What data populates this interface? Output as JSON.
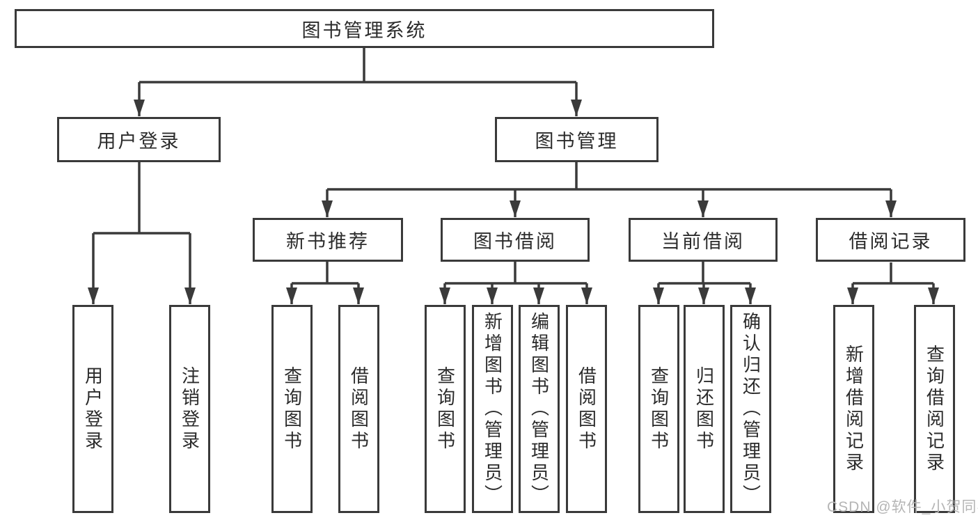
{
  "diagram_title": "图书管理系统",
  "tree": {
    "root": {
      "label": "图书管理系统"
    },
    "branches": [
      {
        "label": "用户登录",
        "children": [
          {
            "label": "用户登录"
          },
          {
            "label": "注销登录"
          }
        ]
      },
      {
        "label": "图书管理",
        "children": [
          {
            "label": "新书推荐",
            "children": [
              {
                "label": "查询图书"
              },
              {
                "label": "借阅图书"
              }
            ]
          },
          {
            "label": "图书借阅",
            "children": [
              {
                "label": "查询图书"
              },
              {
                "label": "新增图书（管理员）"
              },
              {
                "label": "编辑图书（管理员）"
              },
              {
                "label": "借阅图书"
              }
            ]
          },
          {
            "label": "当前借阅",
            "children": [
              {
                "label": "查询图书"
              },
              {
                "label": "归还图书"
              },
              {
                "label": "确认归还（管理员）"
              }
            ]
          },
          {
            "label": "借阅记录",
            "children": [
              {
                "label": "新增借阅记录"
              },
              {
                "label": "查询借阅记录"
              }
            ]
          }
        ]
      }
    ]
  },
  "watermark": {
    "text": "CSDN @软件_小贺同学"
  },
  "colors": {
    "line": "#3a3a3a",
    "box_border": "#3a3a3a",
    "text": "#2b2b2b",
    "watermark": "#b5b5b5",
    "background": "#ffffff"
  }
}
